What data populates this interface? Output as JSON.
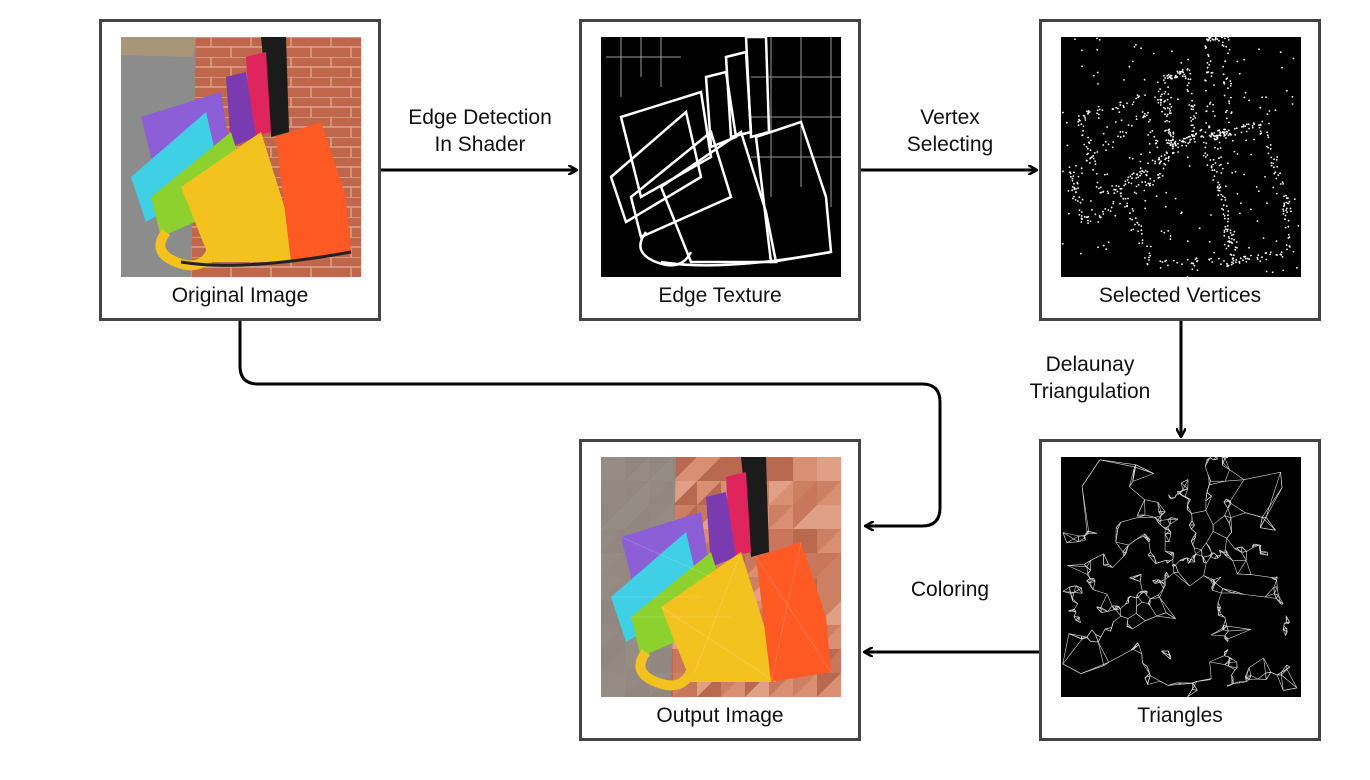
{
  "nodes": {
    "original": {
      "caption": "Original Image"
    },
    "edge": {
      "caption": "Edge Texture"
    },
    "vertices": {
      "caption": "Selected Vertices"
    },
    "triangles": {
      "caption": "Triangles"
    },
    "output": {
      "caption": "Output Image"
    }
  },
  "edges": {
    "edge_detection": {
      "line1": "Edge Detection",
      "line2": "In Shader"
    },
    "vertex_selecting": {
      "line1": "Vertex",
      "line2": "Selecting"
    },
    "delaunay": {
      "line1": "Delaunay",
      "line2": "Triangulation"
    },
    "coloring": {
      "line1": "Coloring"
    }
  },
  "colors": {
    "border": "#444444",
    "arrow": "#000000",
    "brick": "#c0664a",
    "purple": "#8d5fd6",
    "cyan": "#3fd0e6",
    "green": "#8cd12e",
    "yellow": "#f4c21f",
    "orange": "#ff5a24",
    "magenta": "#e0245e"
  }
}
